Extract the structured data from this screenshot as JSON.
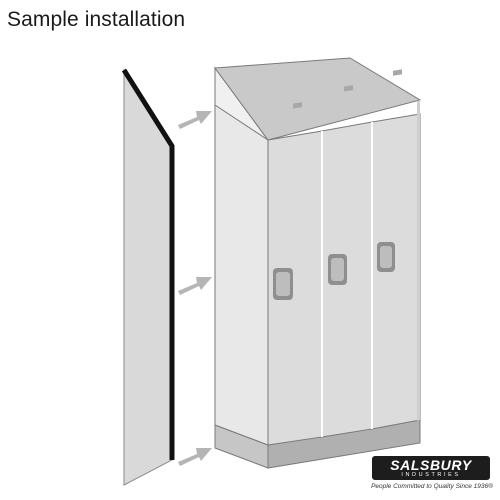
{
  "caption": "Sample installation",
  "logo": {
    "name": "SALSBURY",
    "subtitle": "INDUSTRIES",
    "tagline": "People Committed to Quality Since 1936®"
  },
  "colors": {
    "panel": "#d9d9d9",
    "locker_front": "#dcdcdc",
    "locker_side": "#e8e8e8",
    "top_face": "#c9c9c9",
    "base": "#b0b0b0",
    "arrow": "#b5b5b5",
    "outline": "#7a7a7a",
    "logo_bg": "#1d1d1d"
  },
  "icons": {
    "arrow": "arrow-right-icon"
  }
}
